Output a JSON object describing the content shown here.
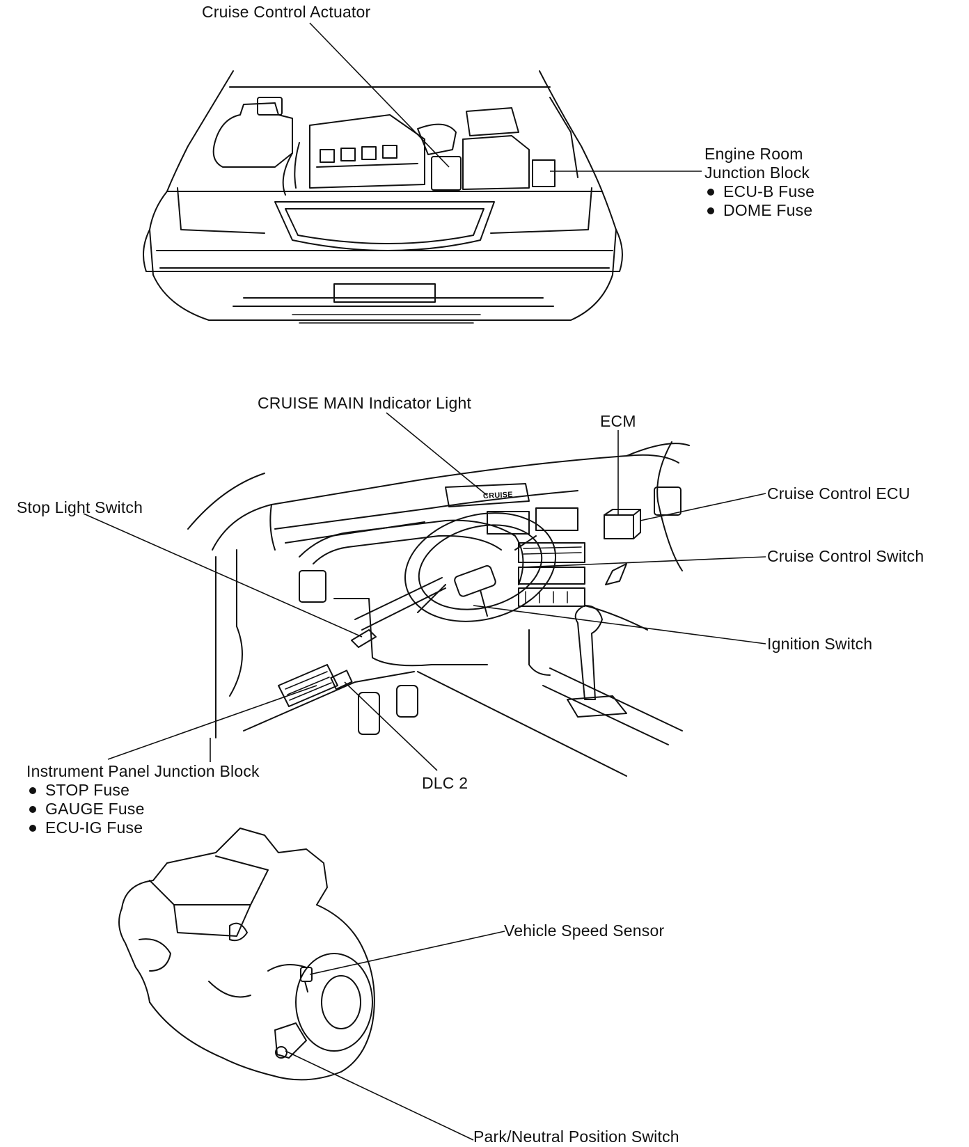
{
  "labels": {
    "cruise_control_actuator": "Cruise Control Actuator",
    "engine_room_junction_block": {
      "title_line1": "Engine Room",
      "title_line2": "Junction Block",
      "fuses": [
        "ECU-B Fuse",
        "DOME Fuse"
      ]
    },
    "cruise_main_indicator_light": "CRUISE MAIN Indicator Light",
    "ecm": "ECM",
    "cruise_control_ecu": "Cruise Control ECU",
    "stop_light_switch": "Stop Light Switch",
    "cruise_control_switch": "Cruise Control Switch",
    "ignition_switch": "Ignition Switch",
    "instrument_panel_junction_block": {
      "title": "Instrument Panel Junction Block",
      "fuses": [
        "STOP Fuse",
        "GAUGE Fuse",
        "ECU-IG Fuse"
      ]
    },
    "dlc2": "DLC 2",
    "vehicle_speed_sensor": "Vehicle Speed Sensor",
    "park_neutral_position_switch": "Park/Neutral Position Switch"
  },
  "dash_indicator_text": "CRUISE"
}
